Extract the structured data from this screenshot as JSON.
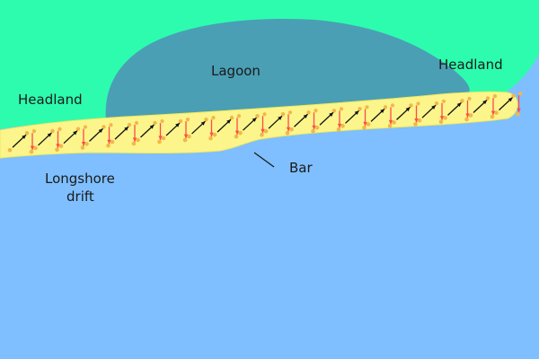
{
  "labels": {
    "headland_left": "Headland",
    "headland_right": "Headland",
    "lagoon": "Lagoon",
    "bar": "Bar",
    "longshore_line1": "Longshore",
    "longshore_line2": "drift"
  },
  "colors": {
    "sea": "#7fbfff",
    "land": "#2dfcae",
    "lagoon": "#4a9fb5",
    "bar_sand": "#fbf58c",
    "bar_edge": "#f2e85a",
    "pebble": "#f3b74a",
    "swash_arrow": "#111111",
    "backwash_arrow": "#ff4a4a",
    "pointer_line": "#1a1a1a"
  },
  "arrows": {
    "swash_direction": "up-right",
    "backwash_direction": "down"
  }
}
